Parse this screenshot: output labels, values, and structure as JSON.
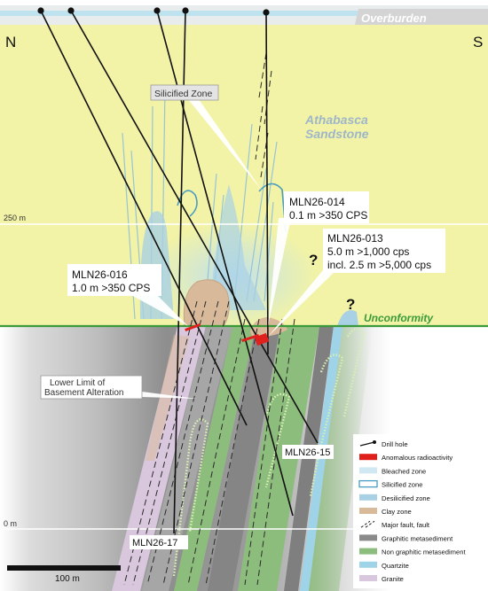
{
  "labels": {
    "overburden": "Overburden",
    "north": "N",
    "south": "S",
    "silicified_zone": "Silicified Zone",
    "athabasca_1": "Athabasca",
    "athabasca_2": "Sandstone",
    "unconformity": "Unconformity",
    "depth_250": "250 m",
    "depth_0": "0 m",
    "lower_limit_1": "Lower Limit of",
    "lower_limit_2": "Basement Alteration",
    "question_mark": "?",
    "scale_bar": "100 m"
  },
  "callouts": {
    "mln26_014": {
      "hole": "MLN26-014",
      "detail": "0.1 m >350 CPS"
    },
    "mln26_013": {
      "hole": "MLN26-013",
      "detail_1": "5.0 m >1,000 cps",
      "detail_2": "incl. 2.5 m >5,000 cps"
    },
    "mln26_016": {
      "hole": "MLN26-016",
      "detail": "1.0 m >350 CPS"
    }
  },
  "hole_labels": {
    "mln26_15": "MLN26-15",
    "mln26_17": "MLN26-17"
  },
  "legend": {
    "items": [
      {
        "label": "Drill hole",
        "symbol": "drill-hole",
        "color": "#111111"
      },
      {
        "label": "Anomalous radioactivity",
        "symbol": "swatch",
        "color": "#e0201c"
      },
      {
        "label": "Bleached zone",
        "symbol": "swatch",
        "color": "#cfe8f2"
      },
      {
        "label": "Silicified zone",
        "symbol": "outline",
        "color": "#4a9cc0"
      },
      {
        "label": "Desilicified zone",
        "symbol": "swatch",
        "color": "#a9d1e5"
      },
      {
        "label": "Clay zone",
        "symbol": "swatch",
        "color": "#d8b99a"
      },
      {
        "label": "Major fault, fault",
        "symbol": "fault",
        "color": "#222222"
      },
      {
        "label": "Graphitic metasediment",
        "symbol": "swatch",
        "color": "#8a8a8a"
      },
      {
        "label": "Non graphitic metasediment",
        "symbol": "swatch",
        "color": "#8dbd7d"
      },
      {
        "label": "Quartzite",
        "symbol": "swatch",
        "color": "#9fd3e8"
      },
      {
        "label": "Granite",
        "symbol": "swatch",
        "color": "#d9c7de"
      }
    ]
  },
  "colors": {
    "sandstone": "#f2f3a6",
    "basement": "#c9c9c9",
    "unconformity_line": "#3a9a3a",
    "overburden_band": "#d4d4d4",
    "text_primary": "#111111",
    "label_muted": "#9fb6c8"
  }
}
